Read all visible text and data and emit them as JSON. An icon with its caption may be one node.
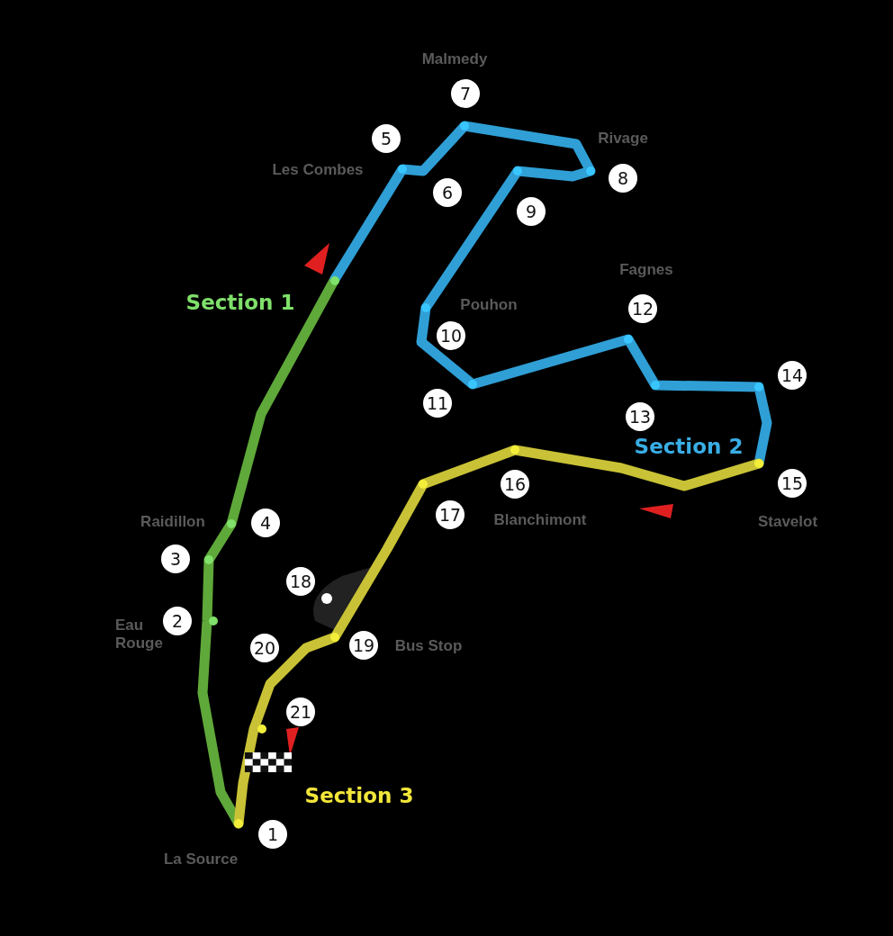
{
  "diagram": {
    "labels": [
      "Malmedy",
      "7",
      "5",
      "Rivage",
      "Les Combes",
      "8",
      "6",
      "9",
      "Fagnes",
      "Section 1",
      "Pouhon",
      "12",
      "10",
      "14",
      "11",
      "13",
      "Section 2",
      "16",
      "15",
      "Raidillon",
      "4",
      "17",
      "Blanchimont",
      "Stavelot",
      "3",
      "18",
      "Eau Rouge",
      "2",
      "20",
      "19",
      "Bus Stop",
      "21",
      "Section 3",
      "1",
      "La Source"
    ]
  }
}
